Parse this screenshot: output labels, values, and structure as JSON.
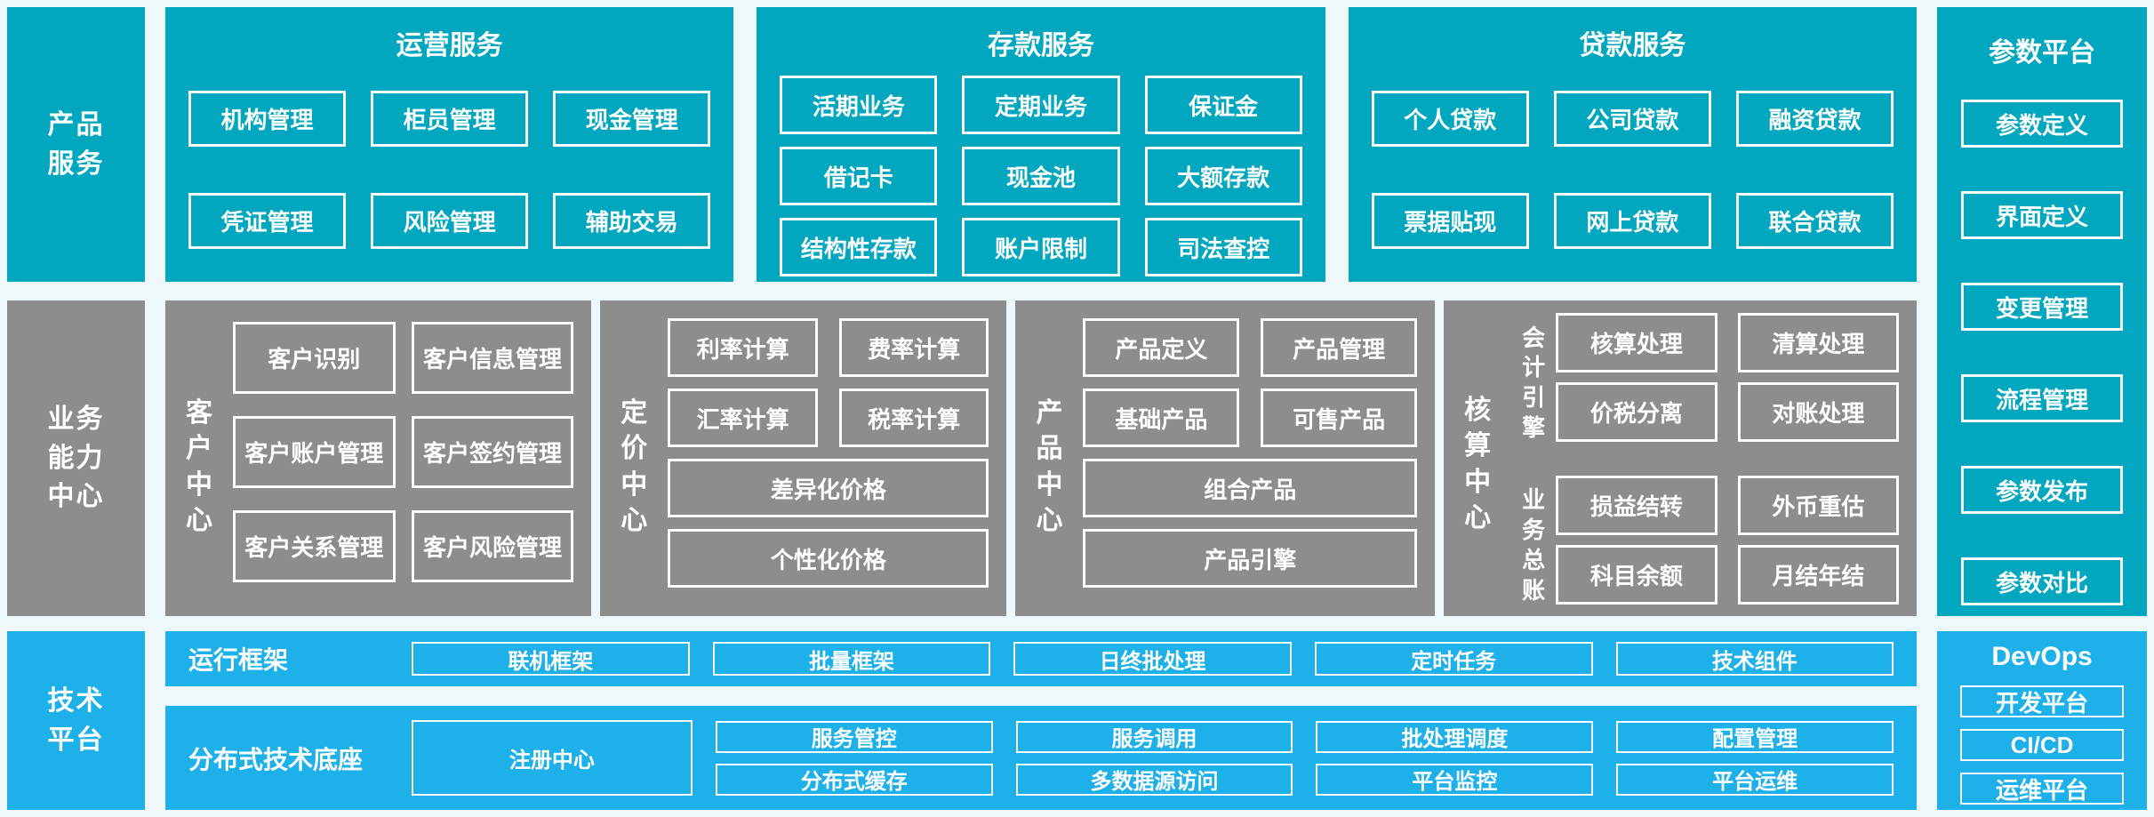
{
  "colors": {
    "teal": "#00a7be",
    "gray": "#8d8d8d",
    "blue": "#1eb0e9",
    "background": "#eef8fa",
    "box_border": "#ffffff",
    "text": "#ffffff"
  },
  "product_row": {
    "label": "产品服务",
    "sections": [
      {
        "title": "运营服务",
        "items": [
          "机构管理",
          "柜员管理",
          "现金管理",
          "凭证管理",
          "风险管理",
          "辅助交易"
        ]
      },
      {
        "title": "存款服务",
        "items": [
          "活期业务",
          "定期业务",
          "保证金",
          "借记卡",
          "现金池",
          "大额存款",
          "结构性存款",
          "账户限制",
          "司法查控"
        ]
      },
      {
        "title": "贷款服务",
        "items": [
          "个人贷款",
          "公司贷款",
          "融资贷款",
          "票据贴现",
          "网上贷款",
          "联合贷款"
        ]
      }
    ]
  },
  "capability_row": {
    "label": "业务能力中心",
    "customer_center": {
      "label": "客户中心",
      "items": [
        "客户识别",
        "客户信息管理",
        "客户账户管理",
        "客户签约管理",
        "客户关系管理",
        "客户风险管理"
      ]
    },
    "pricing_center": {
      "label": "定价中心",
      "items": [
        "利率计算",
        "费率计算",
        "汇率计算",
        "税率计算"
      ],
      "wide": [
        "差异化价格",
        "个性化价格"
      ]
    },
    "product_center": {
      "label": "产品中心",
      "items": [
        "产品定义",
        "产品管理",
        "基础产品",
        "可售产品"
      ],
      "wide": [
        "组合产品",
        "产品引擎"
      ]
    },
    "accounting_center": {
      "label": "核算中心",
      "groups": [
        {
          "label": "会计引擎",
          "items": [
            "核算处理",
            "清算处理",
            "价税分离",
            "对账处理"
          ]
        },
        {
          "label": "业务总账",
          "items": [
            "损益结转",
            "外币重估",
            "科目余额",
            "月结年结"
          ]
        }
      ]
    }
  },
  "param_platform": {
    "title": "参数平台",
    "items": [
      "参数定义",
      "界面定义",
      "变更管理",
      "流程管理",
      "参数发布",
      "参数对比"
    ]
  },
  "tech_row": {
    "label": "技术平台",
    "runtime": {
      "label": "运行框架",
      "items": [
        "联机框架",
        "批量框架",
        "日终批处理",
        "定时任务",
        "技术组件"
      ]
    },
    "distributed": {
      "label": "分布式技术底座",
      "registry": "注册中心",
      "row1": [
        "服务管控",
        "服务调用",
        "批处理调度",
        "配置管理"
      ],
      "row2": [
        "分布式缓存",
        "多数据源访问",
        "平台监控",
        "平台运维"
      ]
    }
  },
  "devops": {
    "title": "DevOps",
    "items": [
      "开发平台",
      "CI/CD",
      "运维平台"
    ]
  }
}
